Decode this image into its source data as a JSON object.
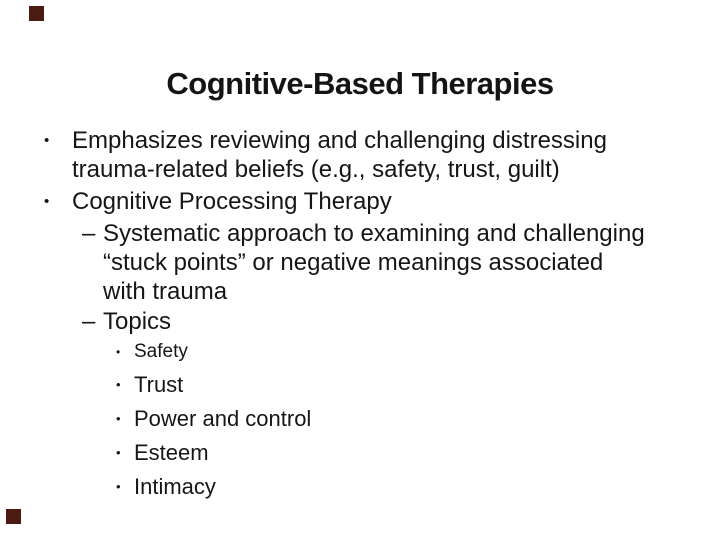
{
  "slide": {
    "title": "Cognitive-Based Therapies",
    "accent_square_color": "#4b1a11",
    "bullets": [
      {
        "marker": "•",
        "lines": [
          "Emphasizes reviewing and challenging distressing",
          "trauma-related beliefs (e.g., safety, trust, guilt)"
        ]
      },
      {
        "marker": "•",
        "lines": [
          "Cognitive Processing Therapy"
        ]
      },
      {
        "marker": "–",
        "lines": [
          "Systematic approach to examining and challenging",
          "“stuck points” or negative meanings associated",
          "with trauma"
        ]
      },
      {
        "marker": "–",
        "lines": [
          "Topics"
        ]
      },
      {
        "marker": "•",
        "lines": [
          "Safety"
        ]
      },
      {
        "marker": "•",
        "lines": [
          "Trust"
        ]
      },
      {
        "marker": "•",
        "lines": [
          "Power and control"
        ]
      },
      {
        "marker": "•",
        "lines": [
          "Esteem"
        ]
      },
      {
        "marker": "•",
        "lines": [
          "Intimacy"
        ]
      }
    ]
  }
}
